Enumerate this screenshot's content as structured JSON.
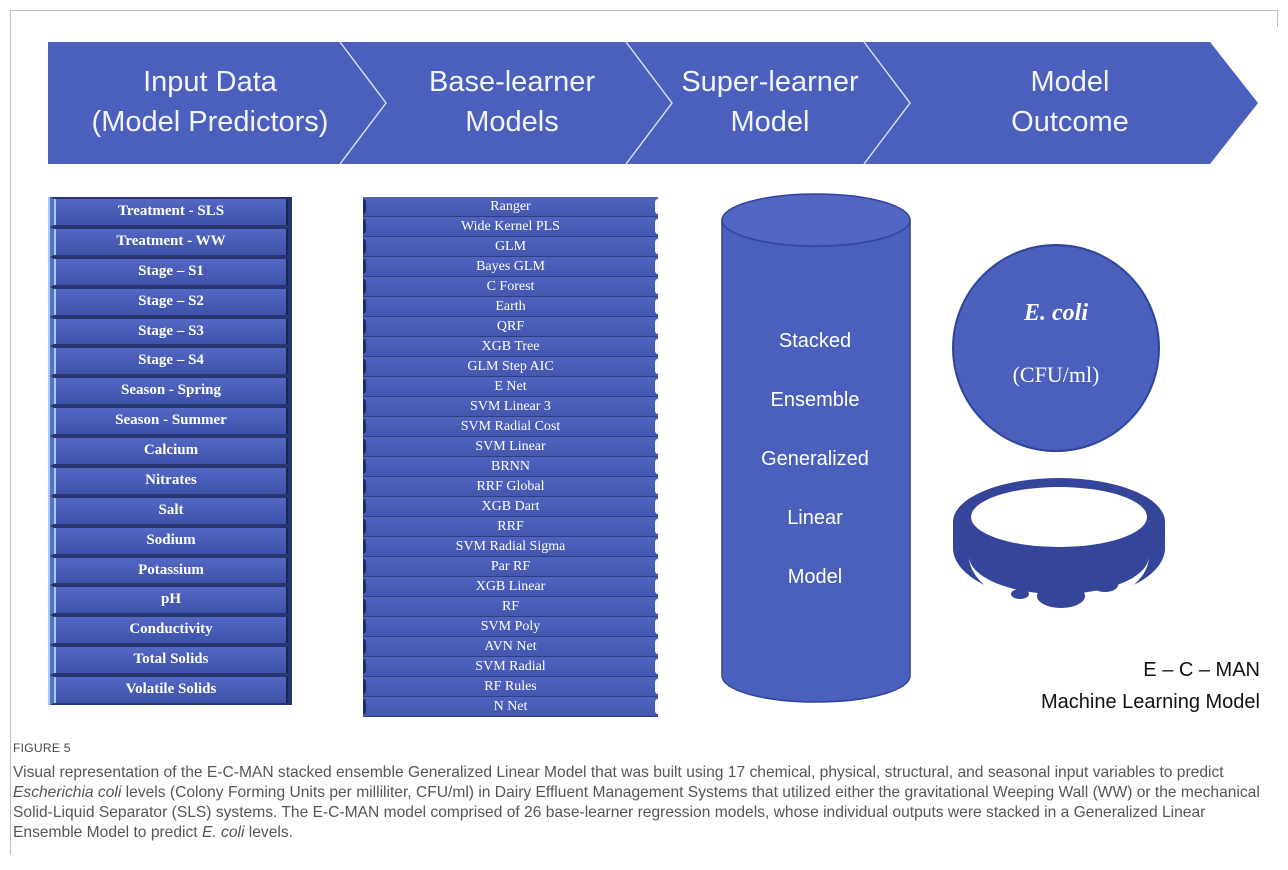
{
  "flow": {
    "stages": [
      {
        "line1": "Input Data",
        "line2": "(Model Predictors)"
      },
      {
        "line1": "Base-learner",
        "line2": "Models"
      },
      {
        "line1": "Super-learner",
        "line2": "Model"
      },
      {
        "line1": "Model",
        "line2": "Outcome"
      }
    ]
  },
  "predictors": [
    "Treatment - SLS",
    "Treatment - WW",
    "Stage – S1",
    "Stage – S2",
    "Stage – S3",
    "Stage – S4",
    "Season - Spring",
    "Season - Summer",
    "Calcium",
    "Nitrates",
    "Salt",
    "Sodium",
    "Potassium",
    "pH",
    "Conductivity",
    "Total Solids",
    "Volatile Solids"
  ],
  "base_models": [
    "Ranger",
    "Wide Kernel PLS",
    "GLM",
    "Bayes GLM",
    "C Forest",
    "Earth",
    "QRF",
    "XGB Tree",
    "GLM Step AIC",
    "E Net",
    "SVM Linear 3",
    "SVM Radial Cost",
    "SVM Linear",
    "BRNN",
    "RRF Global",
    "XGB Dart",
    "RRF",
    "SVM Radial Sigma",
    "Par RF",
    "XGB Linear",
    "RF",
    "SVM Poly",
    "AVN Net",
    "SVM Radial",
    "RF Rules",
    "N Net"
  ],
  "super_learner": {
    "lines": [
      "Stacked",
      "Ensemble",
      "Generalized",
      "Linear",
      "Model"
    ]
  },
  "outcome": {
    "title": "E. coli",
    "unit": "(CFU/ml)",
    "icon": "petri-dish-icon"
  },
  "branding": {
    "line1": "E – C – MAN",
    "line2": "Machine Learning Model"
  },
  "caption": {
    "label": "FIGURE 5",
    "seg1": "Visual representation of the E-C-MAN stacked ensemble Generalized Linear Model that was built using 17 chemical, physical, structural, and seasonal input variables to predict ",
    "seg2": "Escherichia coli",
    "seg3": " levels (Colony Forming Units per milliliter, CFU/ml) in Dairy Effluent Management Systems that utilized either the gravitational Weeping Wall (WW) or the mechanical Solid-Liquid Separator (SLS) systems. The E-C-MAN model comprised of 26 base-learner regression models, whose individual outputs were stacked in a Generalized Linear Ensemble Model to predict ",
    "seg4": "E. coli",
    "seg5": " levels."
  },
  "colors": {
    "primary": "#4b5fbc",
    "dark": "#2f4599",
    "text": "#ffffff",
    "chevron_line": "#dfe3f6"
  }
}
